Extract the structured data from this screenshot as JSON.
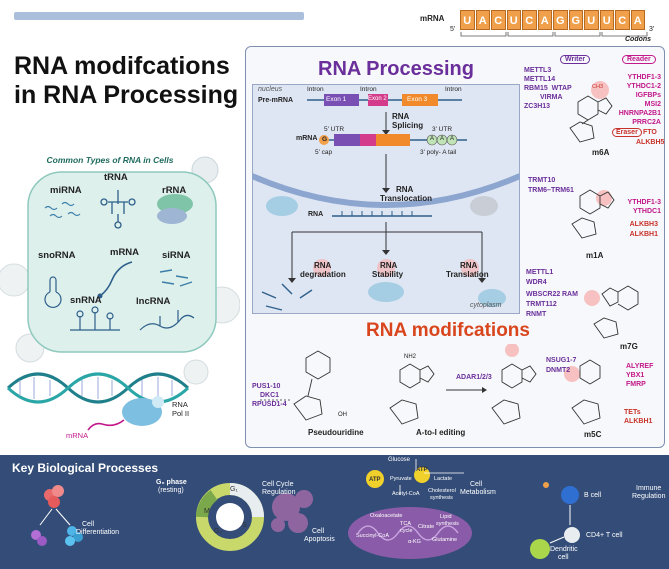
{
  "title_main": [
    "RNA modifcations",
    "in RNA Processing"
  ],
  "common_types_title": "Common Types of RNA in Cells",
  "rna_types": [
    "miRNA",
    "tRNA",
    "rRNA",
    "snoRNA",
    "mRNA",
    "siRNA",
    "snRNA",
    "lncRNA"
  ],
  "rna_pol": [
    "RNA",
    "Pol II"
  ],
  "rna_pol_mrna": "mRNA",
  "codon": {
    "label": "mRNA",
    "five": "5'",
    "three": "3'",
    "bases": [
      "U",
      "A",
      "C",
      "U",
      "C",
      "A",
      "G",
      "G",
      "U",
      "U",
      "C",
      "A"
    ],
    "caption": "Codons"
  },
  "processing": {
    "title": "RNA Processing",
    "nucleus": "nucleus",
    "cytoplasm": "cytoplasm",
    "pre_mrna": "Pre-mRNA",
    "intron": "Intron",
    "exon1": "Exon 1",
    "exon2": "Exon 2",
    "exon3": "Exon 3",
    "splicing": [
      "RNA",
      "Splicing"
    ],
    "utr5": "5' UTR",
    "utr3": "3' UTR",
    "mrna": "mRNA",
    "cap_g": "G",
    "cap": "5' cap",
    "polya": "3' poly- A tail",
    "polya_letters": [
      "A",
      "A",
      "A"
    ],
    "translocation": [
      "RNA",
      "Translocation"
    ],
    "rna": "RNA",
    "degradation": [
      "RNA",
      "degradation"
    ],
    "stability": [
      "RNA",
      "Stability"
    ],
    "translation": [
      "RNA",
      "Translation"
    ]
  },
  "m6a": {
    "writer": "Writer",
    "reader": "Reader",
    "eraser": "Eraser",
    "writers": [
      "METTL3",
      "METTL14",
      "RBM15",
      "WTAP",
      "VIRMA",
      "ZC3H13"
    ],
    "readers": [
      "YTHDF1-3",
      "YTHDC1-2",
      "IGFBPs",
      "MSI2",
      "HNRNPA2B1",
      "PRRC2A"
    ],
    "erasers": [
      "FTO",
      "ALKBH5"
    ],
    "name": "m6A",
    "ch3": "CH3"
  },
  "m1a": {
    "writers": [
      "TRMT10",
      "TRM6–TRM61"
    ],
    "readers": [
      "YTHDF1-3",
      "YTHDC1"
    ],
    "erasers": [
      "ALKBH3",
      "ALKBH1"
    ],
    "name": "m1A"
  },
  "m7g": {
    "writers": [
      "METTL1",
      "WDR4",
      "WBSCR22",
      "TRMT112",
      "RAM",
      "RNMT"
    ],
    "name": "m7G"
  },
  "modifications": {
    "title": "RNA modifcations",
    "pus": [
      "PUS1-10",
      "DKC1",
      "RPUSD1-4"
    ],
    "pseudouridine": "Pseudouridine",
    "adar": "ADAR1/2/3",
    "atoi": "A-to-I editing",
    "m5c_writers": [
      "NSUG1-7",
      "DNMT2"
    ],
    "m5c_readers": [
      "ALYREF",
      "YBX1",
      "FMRP"
    ],
    "m5c_erasers": [
      "TETs",
      "ALKBH1"
    ],
    "m5c": "m5C",
    "nh2": "NH2",
    "oh": "OH"
  },
  "bio": {
    "title": "Key Biological Processes",
    "differentiation": [
      "Cell",
      "Differentiation"
    ],
    "g0": [
      "G₀ phase",
      "(resting)"
    ],
    "cycle": [
      "Cell Cycle",
      "Regulation"
    ],
    "phases": [
      "G₁",
      "S",
      "G₂",
      "M"
    ],
    "apoptosis": [
      "Cell",
      "Apoptosis"
    ],
    "metabolism": [
      "Cell",
      "Metabolism"
    ],
    "glucose": "Glucose",
    "atp": "ATP",
    "pyruvate": "Pyruvate",
    "lactate": "Lactate",
    "acetyl": "Acetyl-CoA",
    "cholesterol": [
      "Cholesterol",
      "synthesis"
    ],
    "lipid": [
      "Lipid",
      "synthesis"
    ],
    "oxaloacetate": "Oxaloacetate",
    "tca": [
      "TCA",
      "cycle"
    ],
    "citrate": "Citrate",
    "succinyl": "Succinyl-CoA",
    "akg": "α-KG",
    "glutamine": "Glutamine",
    "bcell": "B cell",
    "cd4": "CD4+ T cell",
    "dendritic": [
      "Dendritic",
      "cell"
    ],
    "immune": [
      "Immune",
      "Regulation"
    ]
  },
  "colors": {
    "purple": "#6a2f9a",
    "magenta": "#c2188a",
    "red": "#c8322a",
    "codon_orange": "#f0a04b",
    "bottom_bg": "#344d78"
  }
}
